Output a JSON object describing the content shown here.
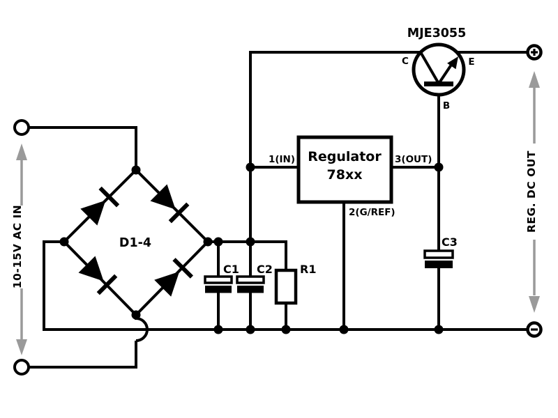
{
  "diagram": {
    "input_label": "10-15V AC IN",
    "output_label": "REG. DC OUT",
    "bridge": {
      "label": "D1-4"
    },
    "transistor": {
      "name": "MJE3055",
      "collector": "C",
      "emitter": "E",
      "base": "B"
    },
    "regulator": {
      "title": "Regulator",
      "part": "78xx",
      "pin_in": "1(IN)",
      "pin_out": "3(OUT)",
      "pin_ref": "2(G/REF)"
    },
    "capacitors": {
      "c1": "C1",
      "c2": "C2",
      "c3": "C3"
    },
    "resistor": {
      "r1": "R1"
    },
    "terminals": {
      "positive": "+",
      "negative": "−"
    },
    "colors": {
      "wire": "#000000",
      "arrow": "#9a9a9a",
      "background": "#ffffff"
    }
  }
}
